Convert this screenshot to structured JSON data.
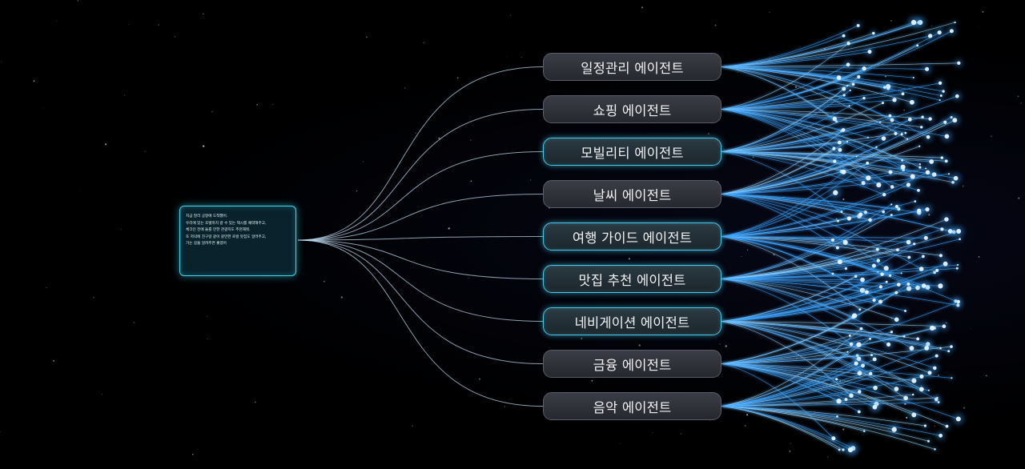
{
  "prompt": {
    "lines": [
      "지금 말리 공항에 도착했어.",
      "우리에 있는 호텔까지 갈 수 있는 택시를 예약해주고,",
      "체크인 전에 들를 만한 관광지도 추천해줘.",
      "또 저녁에 친구랑 같이 갈만한 로컬 맛집도 알려주고,",
      "가는 길을 알려주면 좋겠어"
    ]
  },
  "agents": [
    {
      "label": "일정관리 에이전트",
      "highlight": false
    },
    {
      "label": "쇼핑 에이전트",
      "highlight": false
    },
    {
      "label": "모빌리티 에이전트",
      "highlight": true
    },
    {
      "label": "날씨 에이전트",
      "highlight": false
    },
    {
      "label": "여행 가이드 에이전트",
      "highlight": true
    },
    {
      "label": "맛집 추천 에이전트",
      "highlight": true
    },
    {
      "label": "네비게이션 에이전트",
      "highlight": true
    },
    {
      "label": "금융 에이전트",
      "highlight": false
    },
    {
      "label": "음악 에이전트",
      "highlight": false
    }
  ],
  "colors": {
    "background": "#000000",
    "link_line": "#b9d4ea",
    "fiber": "#3ea6ff",
    "fiber_bright": "#8fd3ff",
    "node_glow": "#49c9ea",
    "star": "#ffffff"
  }
}
